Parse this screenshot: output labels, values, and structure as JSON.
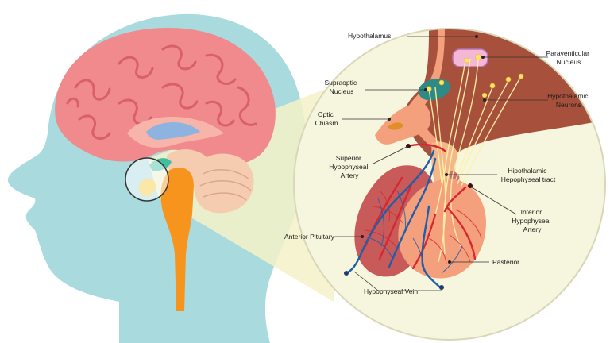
{
  "labels": {
    "hypothalamus": "Hypothalamus",
    "paraventicular": [
      "Paraventicular",
      "Nucleus"
    ],
    "supraoptic": [
      "Supraoptic",
      "Nucleus"
    ],
    "hypothalamic_neurons": [
      "Hypothalamic",
      "Neurons"
    ],
    "optic_chiasm": [
      "Optic",
      "Chiasm"
    ],
    "superior_artery": [
      "Superior",
      "Hypophyseal",
      "Artery"
    ],
    "hipothalamic_tract": [
      "Hipothalamic",
      "Hepophyseal tract"
    ],
    "interior_artery": [
      "Interior",
      "Hypophyseal",
      "Artery"
    ],
    "anterior_pituitary": "Anterior Pituitary",
    "pasterior": "Pasterior",
    "hypophyseal_vein": "Hypophyseal Vein"
  },
  "colors": {
    "head": "#a9dadd",
    "brain": "#f08a8c",
    "brain_dark": "#d9606a",
    "cerebellum": "#f5ccb0",
    "brainstem": "#f7941d",
    "hypothalamus": "#a7503c",
    "anterior": "#c85a5a",
    "posterior": "#f4a07c",
    "artery": "#d7282f",
    "vein": "#1f5ea8",
    "neuron": "#ffe36a",
    "magnifier_bg": "#f6f5dd"
  }
}
